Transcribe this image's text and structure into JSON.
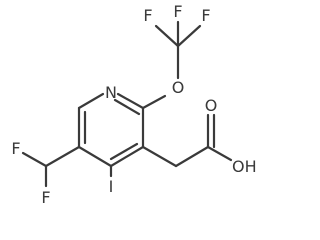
{
  "molecule": {
    "atoms": {
      "n1": "N",
      "o_ether": "O",
      "f_top_left": "F",
      "f_top_mid": "F",
      "f_top_right": "F",
      "o_carbonyl": "O",
      "oh": "OH",
      "i": "I",
      "f_left": "F",
      "f_lower": "F"
    }
  }
}
